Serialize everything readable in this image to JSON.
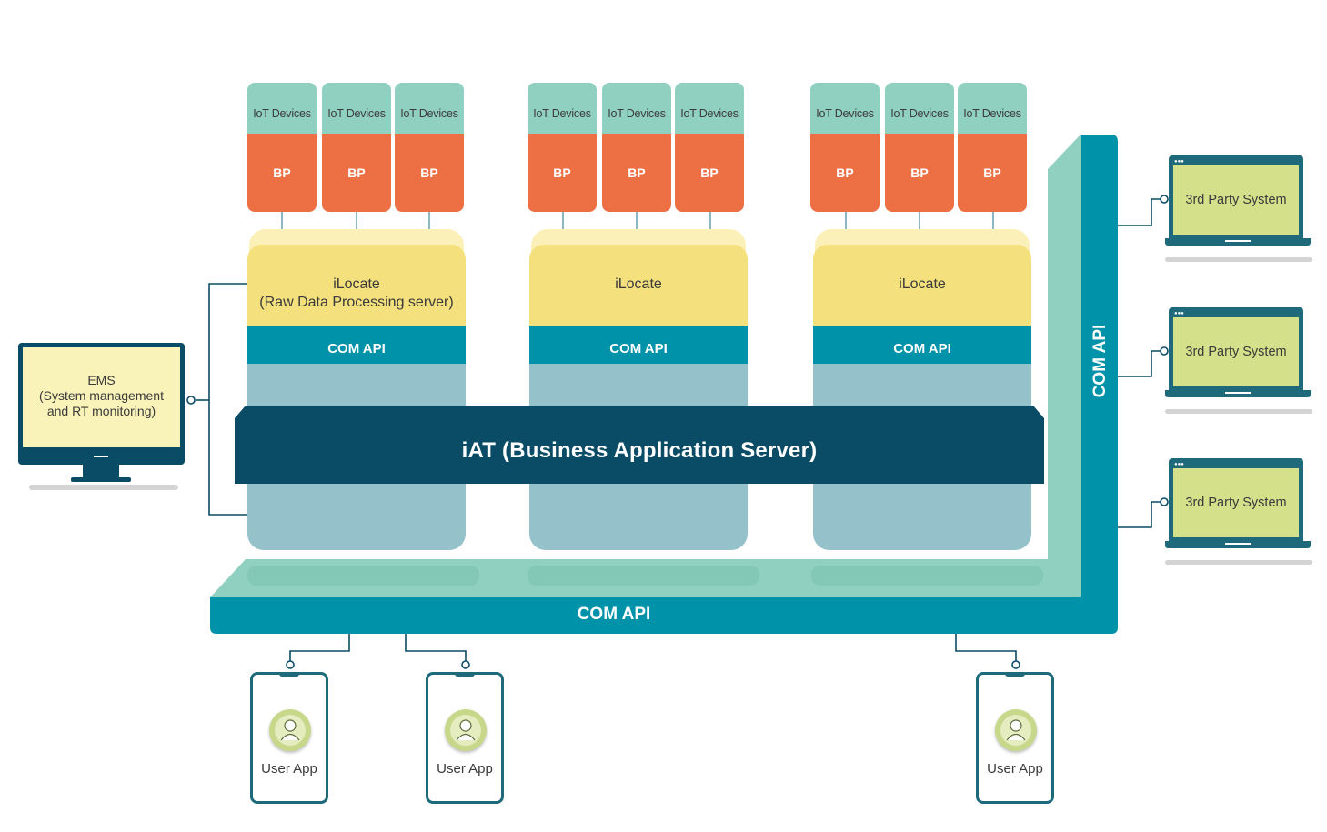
{
  "iot_label": "IoT Devices",
  "bp_label": "BP",
  "servers": [
    {
      "title": "iLocate",
      "subtitle": "(Raw Data Processing server)",
      "com_api": "COM API"
    },
    {
      "title": "iLocate",
      "subtitle": "",
      "com_api": "COM API"
    },
    {
      "title": "iLocate",
      "subtitle": "",
      "com_api": "COM API"
    }
  ],
  "iat_label": "iAT (Business Application Server)",
  "ems": {
    "line1": "EMS",
    "line2": "(System management",
    "line3": "and RT monitoring)"
  },
  "com_api_bottom": "COM API",
  "com_api_right": "COM API",
  "third_party": [
    "3rd Party System",
    "3rd Party System",
    "3rd Party System"
  ],
  "user_apps": [
    "User App",
    "User App",
    "User App"
  ],
  "colors": {
    "teal_dark": "#0a4b66",
    "teal": "#0092a8",
    "mint": "#8fd0c0",
    "orange": "#ed7044",
    "yellow": "#f4e07c",
    "slate": "#95c1cb"
  }
}
